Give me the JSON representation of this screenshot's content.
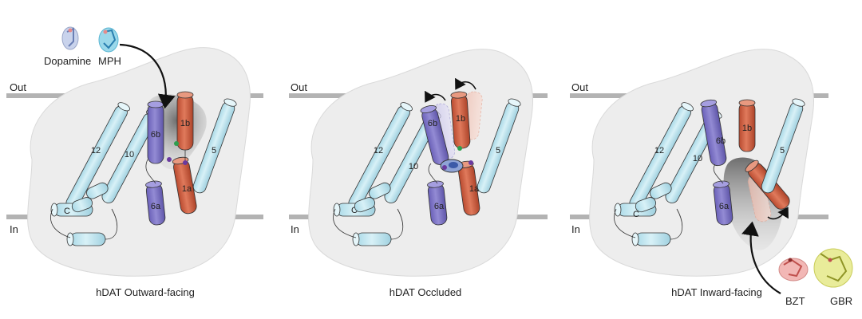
{
  "labels": {
    "out": "Out",
    "in": "In"
  },
  "panels": [
    {
      "caption": "hDAT  Outward-facing"
    },
    {
      "caption": "hDAT  Occluded"
    },
    {
      "caption": "hDAT  Inward-facing"
    }
  ],
  "helices": {
    "h12": "12",
    "h10": "10",
    "h6b": "6b",
    "h6a": "6a",
    "h1b": "1b",
    "h1a": "1a",
    "h5": "5",
    "hC": "C"
  },
  "ligands": {
    "dopamine": "Dopamine",
    "mph": "MPH",
    "bzt": "BZT",
    "gbr": "GBR"
  },
  "colors": {
    "membrane": "#b3b3b3",
    "protein": "#ededed",
    "light_blue": "#bfe6f0",
    "purple": "#7b72c4",
    "red": "#cc5a3c",
    "vestibule_dark": "#8a8a8a"
  }
}
